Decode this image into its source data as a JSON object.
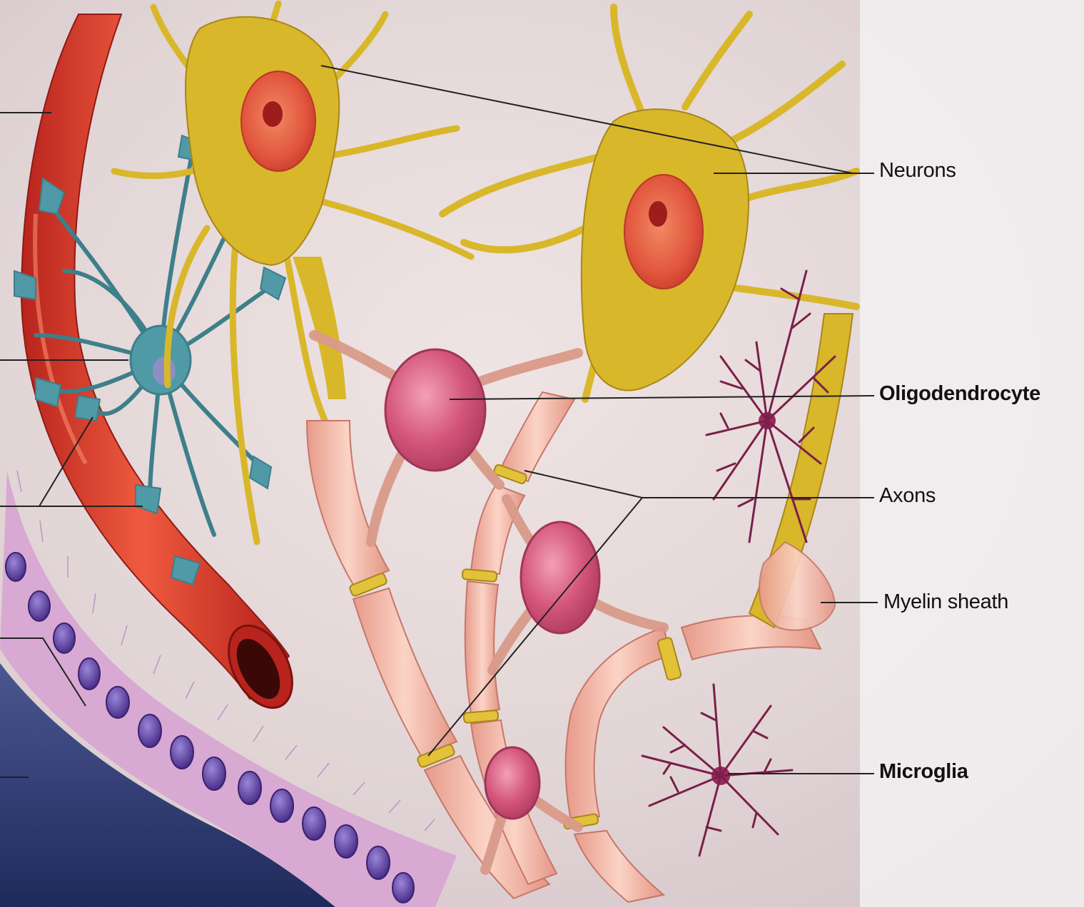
{
  "diagram": {
    "labels": {
      "neurons": "Neurons",
      "oligodendrocyte": "Oligodendrocyte",
      "axons": "Axons",
      "myelin_sheath": "Myelin sheath",
      "microglia": "Microglia"
    },
    "colors": {
      "blood_vessel": "#d9352a",
      "astrocyte": "#4f9aa6",
      "neuron": "#d9b72a",
      "neuron_nucleus": "#e2553e",
      "myelin": "#f2b9a8",
      "oligodendrocyte_body": "#d4567a",
      "microglia": "#7a1f4a",
      "ependymal_cells": "#c990c8",
      "ependymal_nuclei": "#5b3fa0",
      "ventricle": "#27336a"
    }
  }
}
